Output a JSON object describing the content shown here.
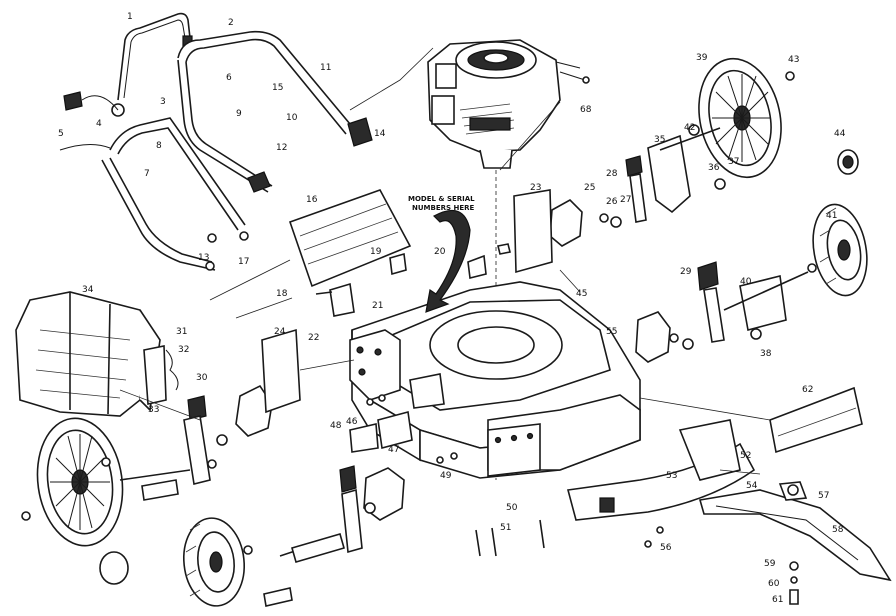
{
  "note": {
    "line1": "MODEL & SERIAL",
    "line2": "NUMBERS HERE"
  },
  "callouts": [
    "1",
    "2",
    "3",
    "4",
    "5",
    "6",
    "7",
    "8",
    "9",
    "10",
    "11",
    "12",
    "13",
    "14",
    "15",
    "16",
    "17",
    "18",
    "19",
    "20",
    "21",
    "22",
    "23",
    "24",
    "25",
    "26",
    "27",
    "28",
    "29",
    "30",
    "31",
    "32",
    "33",
    "34",
    "35",
    "36",
    "37",
    "38",
    "39",
    "40",
    "41",
    "42",
    "43",
    "44",
    "45",
    "46",
    "47",
    "48",
    "49",
    "50",
    "51",
    "52",
    "53",
    "54",
    "55",
    "56",
    "57",
    "58",
    "59",
    "60",
    "61",
    "62",
    "68"
  ]
}
